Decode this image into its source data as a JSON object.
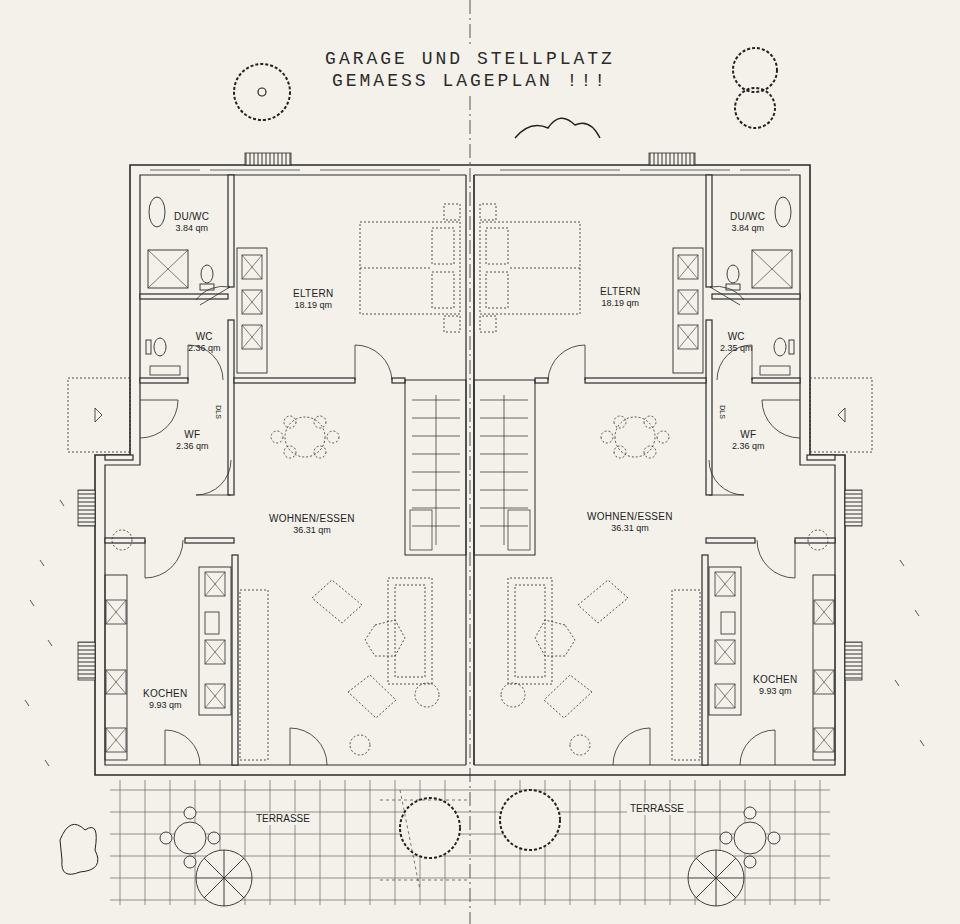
{
  "diagram": {
    "title": "GARAGE UND STELLPLATZ GEMAESS LAGEPLAN !!!",
    "nodes": [
      {
        "text": [
          "DU/WC",
          "3.84 qm"
        ]
      },
      {
        "text": [
          "ELTERN",
          "18.19 qm"
        ]
      },
      {
        "text": [
          "ELTERN",
          "18.19 qm"
        ]
      },
      {
        "text": [
          "DU/WC",
          "3.84 qm"
        ]
      },
      {
        "text": [
          "WC",
          "2.36 qm"
        ]
      },
      {
        "text": [
          "WC",
          "2.35 qm"
        ]
      },
      {
        "text": [
          "WF",
          "2.36 qm"
        ]
      },
      {
        "text": [
          "WF",
          "2.36 qm"
        ]
      },
      {
        "text": [
          "WOHNEN/ESSEN",
          "36.31 qm"
        ]
      },
      {
        "text": [
          "WOHNEN/ESSEN",
          "36.31 qm"
        ]
      },
      {
        "text": [
          "KOCHEN",
          "9.93 qm"
        ]
      },
      {
        "text": [
          "KOCHEN",
          "9.93 qm"
        ]
      }
    ],
    "labels": [
      "DLS",
      "DLS",
      "TERRASSE",
      "TERRASSE"
    ]
  }
}
